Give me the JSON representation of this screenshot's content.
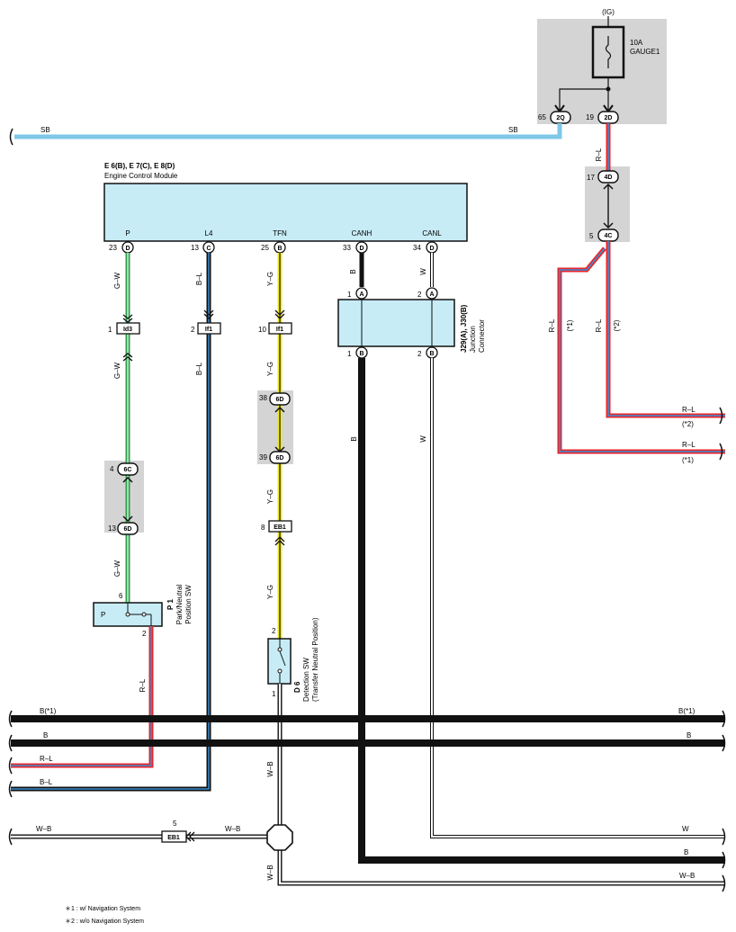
{
  "ig_supply": {
    "label": "(IG)",
    "fuse_rating": "10A",
    "fuse_name": "GAUGE1",
    "pin_2q_no": "65",
    "pin_2q": "2Q",
    "pin_2d_no": "19",
    "pin_2d": "2D"
  },
  "sb_wire": {
    "left": "SB",
    "right": "SB"
  },
  "ecm": {
    "name_line1": "E 6(B), E 7(C), E 8(D)",
    "name_line2": "Engine Control Module",
    "terminals": [
      {
        "name": "P",
        "pin_no": "23",
        "conn": "D"
      },
      {
        "name": "L4",
        "pin_no": "13",
        "conn": "C"
      },
      {
        "name": "TFN",
        "pin_no": "25",
        "conn": "B"
      },
      {
        "name": "CANH",
        "pin_no": "33",
        "conn": "D"
      },
      {
        "name": "CANL",
        "pin_no": "34",
        "conn": "D"
      }
    ]
  },
  "junction_connector": {
    "name_line1": "J29(A), J30(B)",
    "name_line2": "Junction",
    "name_line3": "Connector",
    "top_pin1_no": "1",
    "top_pin1": "A",
    "top_pin2_no": "2",
    "top_pin2": "A",
    "bot_pin1_no": "1",
    "bot_pin1": "B",
    "bot_pin2_no": "2",
    "bot_pin2": "B"
  },
  "wire_colors": {
    "gw": "G–W",
    "bl": "B–L",
    "yg": "Y–G",
    "b": "B",
    "w": "W",
    "rl": "R–L",
    "wb": "W–B"
  },
  "connectors": {
    "id3_no": "1",
    "id3": "Id3",
    "if1a_no": "2",
    "if1a": "If1",
    "if1b_no": "10",
    "if1b": "If1",
    "c6c_no": "4",
    "c6c": "6C",
    "c6d_a_no": "13",
    "c6d_a": "6D",
    "c6d_b_no": "38",
    "c6d_b": "6D",
    "c6d_c_no": "39",
    "c6d_c": "6D",
    "eb1_no": "8",
    "eb1": "EB1",
    "c4d_no": "17",
    "c4d": "4D",
    "c4c_no": "5",
    "c4c": "4C",
    "eb1_bottom_no": "5",
    "eb1_bottom": "EB1"
  },
  "rl_variants": {
    "star1": "(*1)",
    "star2": "(*2)"
  },
  "p1": {
    "box_label": "P",
    "pin6": "6",
    "pin2": "2",
    "name_line1": "P 1",
    "name_line2": "Park/Neutral",
    "name_line3": "Position SW"
  },
  "d6": {
    "pin2": "2",
    "pin1": "1",
    "name_line1": "D 6",
    "name_line2": "Detection SW",
    "name_line3": "(Transfer Neutral Position)"
  },
  "bus_labels": {
    "b_star1_left": "B(*1)",
    "b_star1_right": "B(*1)",
    "b_left": "B",
    "b_right": "B",
    "rl_left": "R–L",
    "bl_left": "B–L",
    "wb_left": "W–B",
    "wb_mid": "W–B",
    "w_right": "W",
    "b_bottom_right": "B",
    "wb_right": "W–B"
  },
  "right_outputs": {
    "rl_top": "R–L",
    "rl_top_note": "(*2)",
    "rl_bottom": "R–L",
    "rl_bottom_note": "(*1)"
  },
  "notes": [
    "＊1 : w/ Navigation System",
    "＊2 : w/o Navigation System"
  ],
  "colors": {
    "sb": "#7ec8e8",
    "green": "#2aa046",
    "red": "#e8262a",
    "blue": "#3a8fd6",
    "yellow": "#f0e81a",
    "black": "#111111",
    "gray_box": "#d4d4d4",
    "ecm_fill": "#c7ecf6"
  }
}
